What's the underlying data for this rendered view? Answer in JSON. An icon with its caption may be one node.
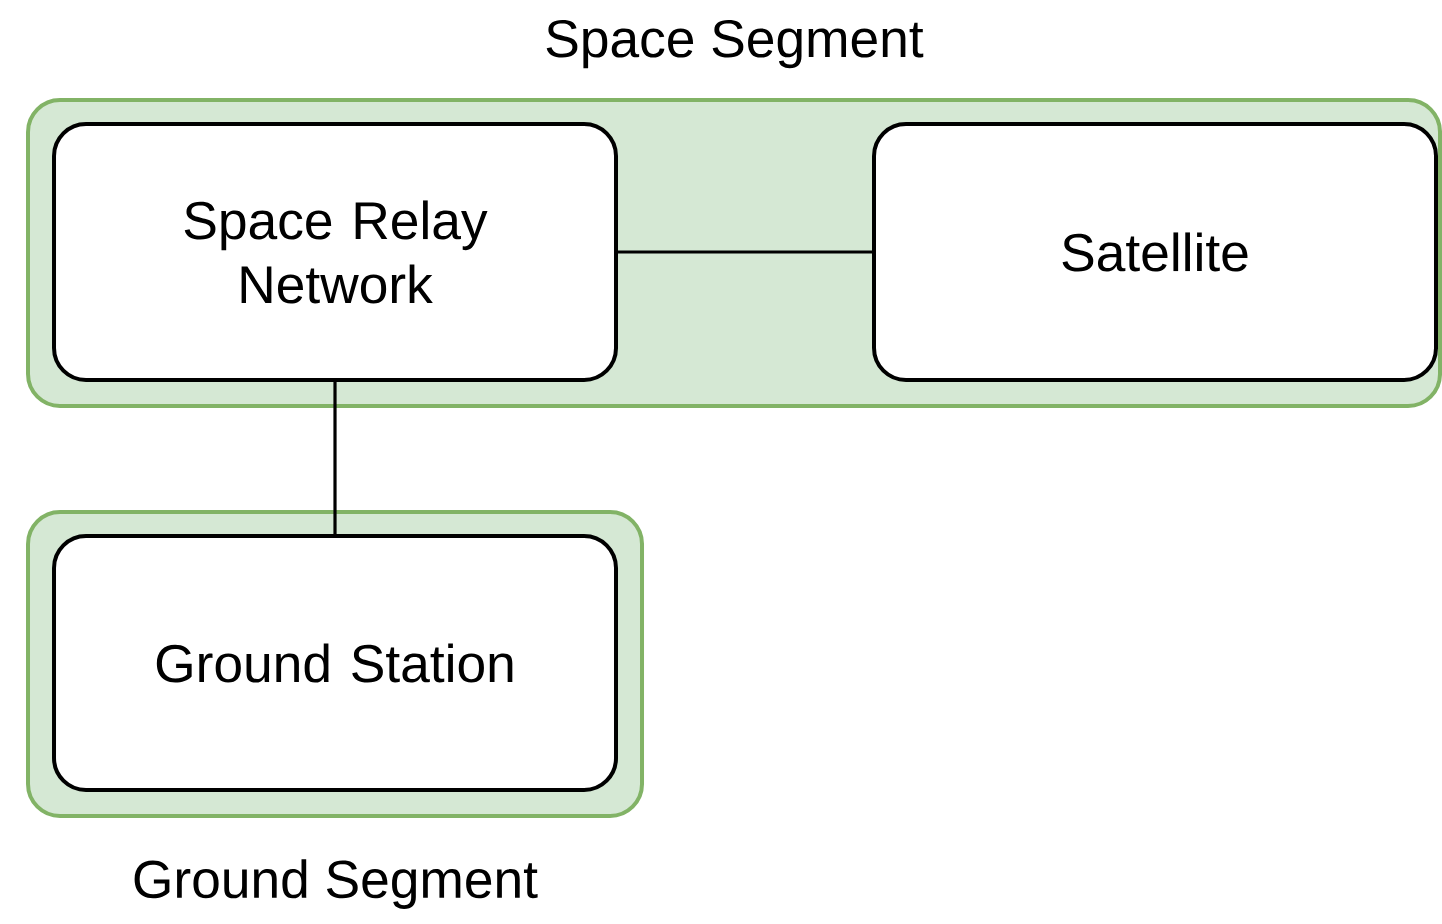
{
  "diagram": {
    "nodes": [
      {
        "text": [
          "Space Segment"
        ]
      },
      {
        "text": [
          "Space Relay Network"
        ],
        "in": 0
      },
      {
        "text": [
          "Satellite"
        ],
        "in": 0
      },
      {
        "text": [
          "Ground Segment"
        ]
      },
      {
        "text": [
          "Ground Station"
        ],
        "in": 3
      }
    ],
    "edges": [
      {
        "from": 1,
        "to": 2,
        "arrow": "none"
      },
      {
        "from": 1,
        "to": 4,
        "arrow": "none"
      }
    ]
  }
}
